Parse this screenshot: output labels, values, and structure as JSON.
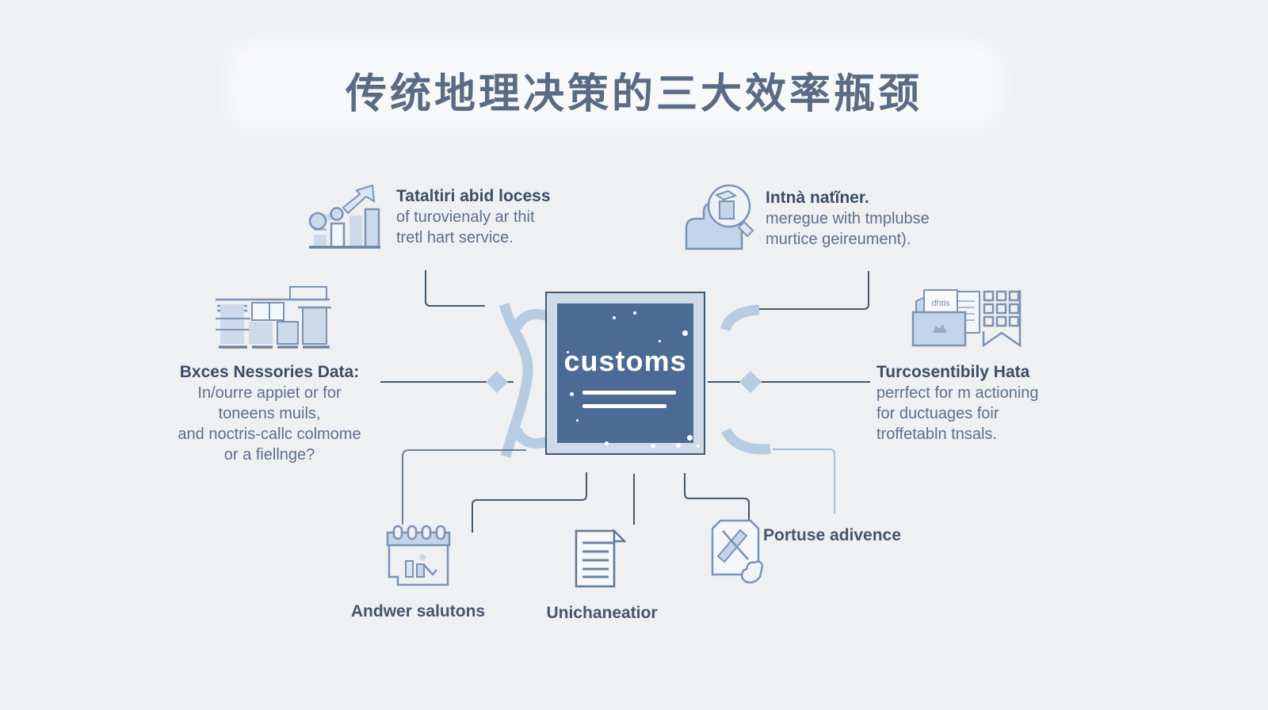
{
  "title": "传统地理决策的三大效率瓶颈",
  "center": {
    "label": "customs",
    "icon": "customs-chip-icon"
  },
  "nodes": {
    "top_left": {
      "icon": "growth-chart-icon",
      "heading": "Tataltiri abid locess",
      "line1": "of turovienaly ar thit",
      "line2": "tretl hart service."
    },
    "top_right": {
      "icon": "person-magnifier-icon",
      "heading": "Intnà natĩner.",
      "line1": "meregue with tmplubse",
      "line2": "murtice geireument)."
    },
    "left": {
      "icon": "cargo-containers-icon",
      "heading": "Bxces Nessories Data:",
      "line1": "In/ourre appiet or for",
      "line2": "toneens muils,",
      "line3": "and noctris-callc colmome",
      "line4": "or a fiellnge?"
    },
    "right": {
      "icon": "folder-documents-icon",
      "icon2": "grid-bookmark-icon",
      "folder_tab_label": "dhtis",
      "heading": "Turcosentibily Hata",
      "line1": "perrfect for m actioning",
      "line2": "for ductuages foir",
      "line3": "troffetabln tnsals."
    },
    "bottom_left": {
      "icon": "calendar-chart-icon",
      "label": "Andwer salutons"
    },
    "bottom_middle": {
      "icon": "document-lines-icon",
      "label": "Unichaneatior"
    },
    "bottom_right": {
      "icon": "badge-tools-icon",
      "label": "Portuse adivence"
    }
  },
  "colors": {
    "background": "#eef0f2",
    "title": "#5a6c84",
    "heading_text": "#3c4d66",
    "body_text": "#5e7088",
    "line_dark": "#42596f",
    "line_light": "#a9bed6",
    "band_accent": "#b7cbe2",
    "icon_stroke": "#7b93b4",
    "icon_fill": "#ccdaea",
    "center_box_fill": "#4b6b94",
    "center_box_frame": "#cfdae7"
  }
}
